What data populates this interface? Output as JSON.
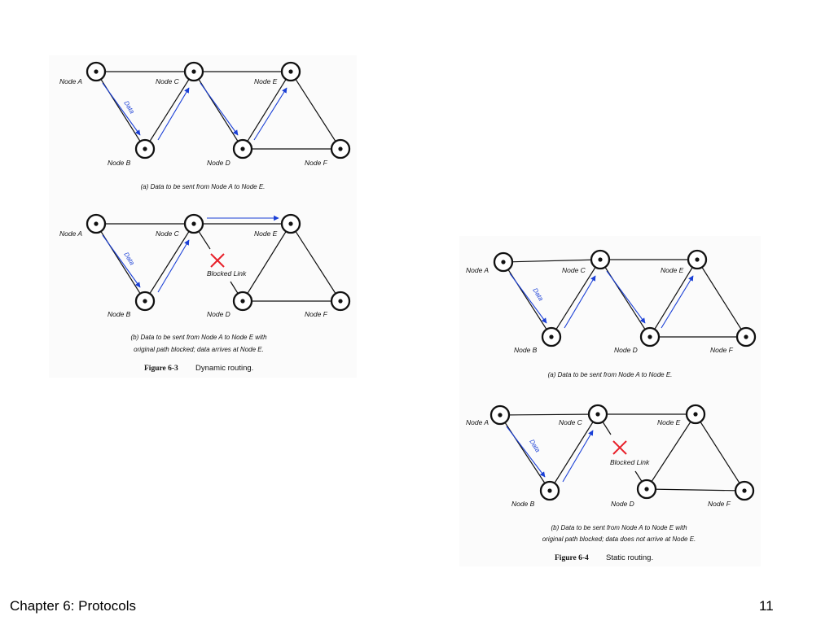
{
  "footer": {
    "title": "Chapter 6:  Protocols",
    "page": "11"
  },
  "figures": [
    {
      "number": "Figure 6-3",
      "title": "Dynamic routing.",
      "panels": [
        {
          "caption_lines": [
            "(a) Data to be sent from Node A to Node E."
          ],
          "node_labels": [
            "Node A",
            "Node B",
            "Node C",
            "Node D",
            "Node E",
            "Node F"
          ],
          "data_label": "Data"
        },
        {
          "caption_lines": [
            "(b) Data to be sent from Node A to Node E with",
            "original path blocked; data arrives at Node E."
          ],
          "node_labels": [
            "Node A",
            "Node B",
            "Node C",
            "Node D",
            "Node E",
            "Node F"
          ],
          "data_label": "Data",
          "blocked_label": "Blocked Link"
        }
      ]
    },
    {
      "number": "Figure 6-4",
      "title": "Static routing.",
      "panels": [
        {
          "caption_lines": [
            "(a) Data to be sent from Node A to Node E."
          ],
          "node_labels": [
            "Node A",
            "Node B",
            "Node C",
            "Node D",
            "Node E",
            "Node F"
          ],
          "data_label": "Data"
        },
        {
          "caption_lines": [
            "(b) Data to be sent from Node A to Node E with",
            "original path blocked; data does not arrive at Node E."
          ],
          "node_labels": [
            "Node A",
            "Node B",
            "Node C",
            "Node D",
            "Node E",
            "Node F"
          ],
          "data_label": "Data",
          "blocked_label": "Blocked Link"
        }
      ]
    }
  ],
  "colors": {
    "arrow": "#1a3fd6",
    "blocked_x": "#e8202a",
    "line": "#111111"
  }
}
